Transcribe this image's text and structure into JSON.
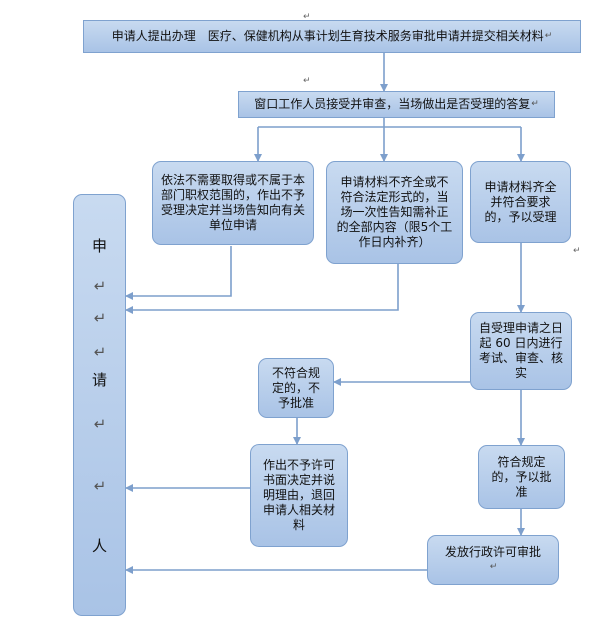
{
  "nodes": {
    "apply": "申请人提出办理　医疗、保健机构从事计划生育技术服务审批申请并提交相关材料",
    "window_review": "窗口工作人员接受并审查，当场做出是否受理的答复",
    "not_accepted": "依法不需要取得或不属于本部门职权范围的，作出不予受理决定并当场告知向有关单位申请",
    "incomplete": "申请材料不齐全或不符合法定形式的，当场一次性告知需补正的全部内容（限5个工作日内补齐）",
    "complete": "申请材料齐全并符合要求的，予以受理",
    "examine": "自受理申请之日起 60 日内进行考试、审查、核实",
    "not_compliant": "不符合规定的，不予批准",
    "written_refusal": "作出不予许可书面决定并说明理由，退回申请人相关材料",
    "compliant": "符合规定的，予以批准",
    "issue_permit": "发放行政许可审批"
  },
  "side_label": [
    "申",
    "请",
    "人"
  ],
  "colors": {
    "node_fill": "#b4cbe9",
    "node_border": "#7fa2cf",
    "arrow": "#7d9fcc"
  }
}
